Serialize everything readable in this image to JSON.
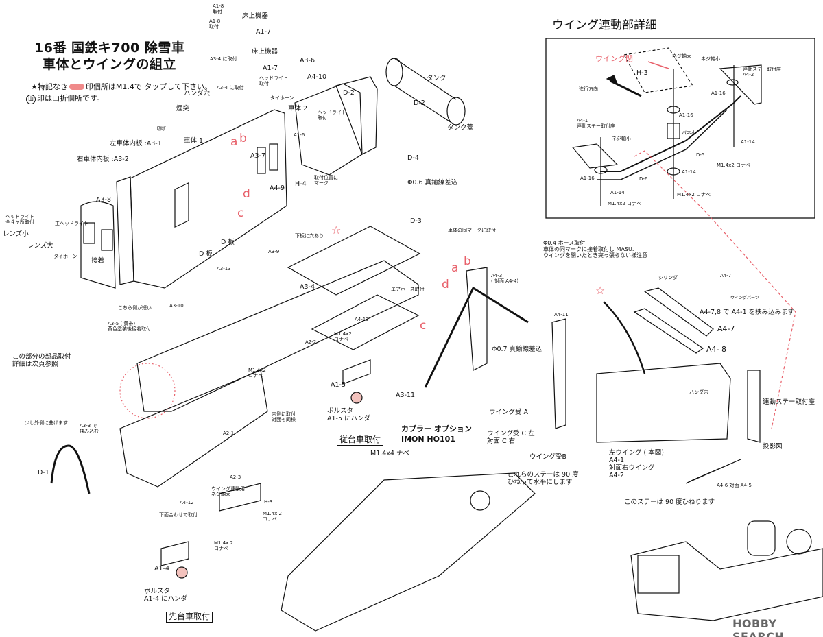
{
  "title": {
    "line1": "16番 国鉄キ700 除雪車",
    "line2": "車体とウイングの組立"
  },
  "notes": {
    "tap_prefix": "★特記なき",
    "tap_suffix": "印個所はM1.4で タップして下さい。",
    "fold_mark": "山",
    "fold_text": "印は山折個所です。",
    "tap_color": "#f08a8a"
  },
  "top": [
    "A1-8\n取付",
    "A1-8\n取付",
    "床上機器",
    "A1-7",
    "A3-4 に取付",
    "床上機器",
    "A1-7",
    "A3-4 に取付",
    "ハンダ穴",
    "A3-6",
    "ヘッドライト\n取付",
    "A4-10",
    "タイホーン",
    "車体 2",
    "ヘッドライト\n取付",
    "タンク",
    "D-2",
    "D-2",
    "タンク蓋",
    "煙突",
    "切断",
    "A1-6",
    "取付位置に\nマーク",
    "H-4",
    "D-4",
    "Φ0.6 真鍮線差込",
    "D-3"
  ],
  "body": [
    "車体 1",
    "左車体内板 :A3-1",
    "右車体内板 :A3-2",
    "A3-7",
    "A4-9",
    "A3-8",
    "ヘッドライト\n全４ヶ所取付",
    "主ヘッドライト",
    "レンズ小",
    "レンズ大",
    "タイホーン",
    "接着",
    "D 板",
    "D 板",
    "A3-13",
    "A3-9",
    "下板に穴あり",
    "こちら側が短い",
    "A3-10",
    "A3-5 ( 黄帯)\n黄色塗装後接着取付",
    "A3-4"
  ],
  "underframe": [
    "エアホース取付",
    "A4-13",
    "A2-2",
    "M1.4x2\nコナベ",
    "M1.4x2\nコナベ",
    "この部分の部品取付\n詳細は次頁参照",
    "A1-5",
    "A3-11",
    "ボルスタ\nA1-5 にハンダ",
    "M1.4x4 ナベ",
    "少し外側に曲げます",
    "A3-3 で\n挟み込む",
    "D-1",
    "A2-1",
    "内側に取付\n対面も同様",
    "A2-3",
    "ウイング連動用\nネジ軸大",
    "A4-12",
    "下面合わせで取付",
    "H-3",
    "M1.4x 2\nコナベ",
    "M1.4x 2\nコナベ",
    "A1-4",
    "ボルスタ\nA1-4 にハンダ"
  ],
  "coupler": {
    "line1": "カプラー オプション",
    "line2": "IMON HO101"
  },
  "boxed": {
    "rear": "従台車取付",
    "front": "先台車取付"
  },
  "marks": {
    "a": "a",
    "b": "b",
    "c": "c",
    "d": "d"
  },
  "wing": [
    "車体の同マークに取付",
    "A4-3\n( 対面 A4-4)",
    "A4-11",
    "Φ0.7 真鍮線差込",
    "ウイング受 A",
    "ウイング受 C 左\n対面 C 右",
    "ウイング受B",
    "これらのステーは 90 度\nひねって水平にします",
    "左ウイング ( 本図)\nA4-1\n対面右ウイング\nA4-2",
    "このステーは 90 度ひねります",
    "A4-6 対面 A4-5",
    "ハンダ穴",
    "連動ステー取付座",
    "投影図",
    "Φ0.4 ホース取付\n車体の同マークに接着取付し MASU.\nウイングを開いたとき突っ張らない様注意",
    "シリンダ",
    "A4-7",
    "ウイングパーツ",
    "A4-7,8 で A4-1 を挟み込みます",
    "A4-7",
    "A4- 8"
  ],
  "detail": {
    "title": "ウイング連動部詳細",
    "labels": [
      "ウイング閉",
      "ネジ軸大",
      "ネジ軸小",
      "連動ステー取付座\nA4-2",
      "H-3",
      "進行方向",
      "A1-16",
      "A1-16",
      "A4-1\n連動ステー取付座",
      "ネジ軸小",
      "バネ小",
      "A1-14",
      "D-5",
      "M1.4x2 コナベ",
      "A1-16",
      "D-6",
      "A1-14",
      "A1-14",
      "M1.4x2 コナベ",
      "M1.4x2 コナベ"
    ]
  },
  "logo": "HOBBY SEARCH",
  "colors": {
    "annotation_red": "#e8606a",
    "line": "#111111"
  }
}
